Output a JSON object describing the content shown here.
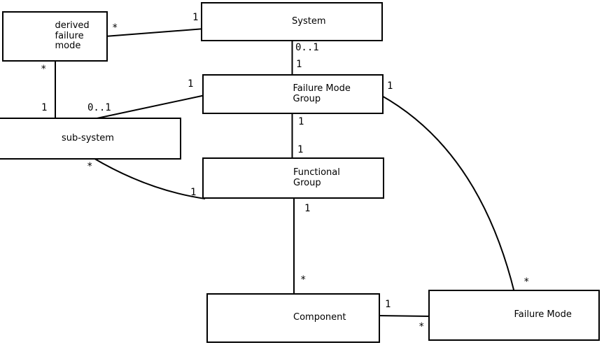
{
  "colors": {
    "background": "#ffffff",
    "line": "#000000",
    "text": "#000000"
  },
  "nodes": {
    "derived_failure_mode": {
      "label": "derived\nfailure\nmode"
    },
    "system": {
      "label": "System"
    },
    "failure_mode_group": {
      "label": "Failure Mode\nGroup"
    },
    "sub_system": {
      "label": "sub-system"
    },
    "functional_group": {
      "label": "Functional\nGroup"
    },
    "component": {
      "label": "Component"
    },
    "failure_mode": {
      "label": "Failure Mode"
    }
  },
  "edges": {
    "system_dfm": {
      "source": "System",
      "target": "derived failure mode",
      "source_mult": "1",
      "target_mult": "*"
    },
    "dfm_subsystem": {
      "source": "derived failure mode",
      "target": "sub-system",
      "source_mult": "*",
      "target_mult": "1"
    },
    "system_fmg": {
      "source": "System",
      "target": "Failure Mode Group",
      "source_mult": "0..1",
      "target_mult": "1"
    },
    "fmg_subsystem": {
      "source": "Failure Mode Group",
      "target": "sub-system",
      "source_mult": "1",
      "target_mult": "0..1"
    },
    "fmg_fg": {
      "source": "Failure Mode Group",
      "target": "Functional Group",
      "source_mult": "1",
      "target_mult": "1"
    },
    "subsystem_fg": {
      "source": "sub-system",
      "target": "Functional Group",
      "source_mult": "*",
      "target_mult": "1"
    },
    "fg_component": {
      "source": "Functional Group",
      "target": "Component",
      "source_mult": "1",
      "target_mult": "*"
    },
    "component_fm": {
      "source": "Component",
      "target": "Failure Mode",
      "source_mult": "1",
      "target_mult": "*"
    },
    "fmg_fm": {
      "source": "Failure Mode Group",
      "target": "Failure Mode",
      "source_mult": "1",
      "target_mult": "*"
    }
  }
}
